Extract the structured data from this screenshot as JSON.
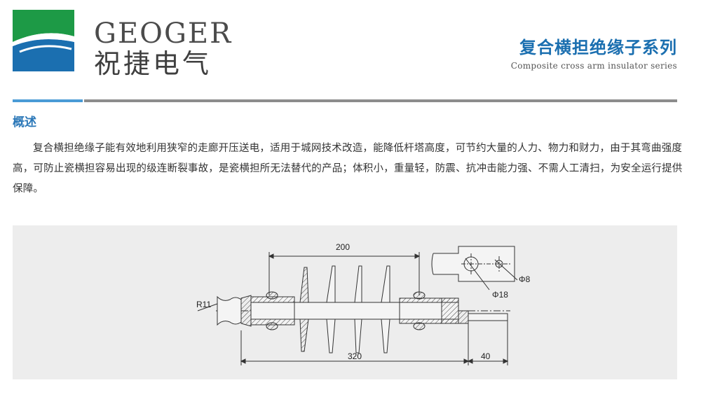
{
  "header": {
    "brand_en": "GEOGER",
    "brand_cn": "祝捷电气",
    "series_cn": "复合横担绝缘子系列",
    "series_en": "Composite cross arm insulator series",
    "colors": {
      "logo_green": "#1d9a46",
      "logo_blue": "#1b6fb0",
      "accent_blue": "#4a9bd6"
    }
  },
  "overview": {
    "title": "概述",
    "text": "复合横担绝缘子能有效地利用狭窄的走廊开压送电，适用于城网技术改造，能降低杆塔高度，可节约大量的人力、物力和财力，由于其弯曲强度高，可防止瓷横担容易出现的级连断裂事故，是瓷横担所无法替代的产品；体积小，重量轻，防震、抗冲击能力强、不需人工清扫，为安全运行提供保障。"
  },
  "drawing": {
    "dim_200": "200",
    "dim_320": "320",
    "dim_40": "40",
    "dim_r11": "R11",
    "dim_phi8": "Φ8",
    "dim_phi18": "Φ18"
  }
}
